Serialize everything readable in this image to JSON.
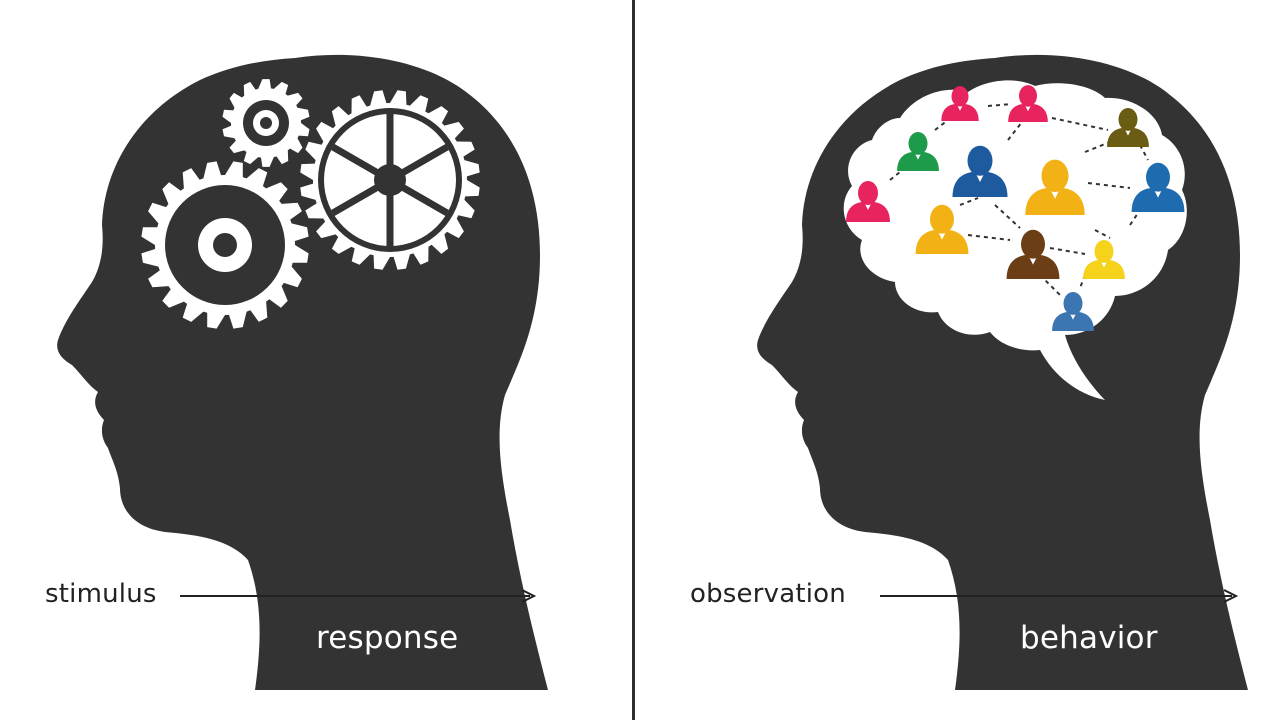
{
  "panels": [
    {
      "id": "left",
      "input_label": "stimulus",
      "output_label": "response",
      "brain_content": "gears",
      "icon": "gears-icon"
    },
    {
      "id": "right",
      "input_label": "observation",
      "output_label": "behavior",
      "brain_content": "people-network",
      "icon": "brain-people-network-icon"
    }
  ],
  "colors": {
    "head": "#333333",
    "gear": "#ffffff",
    "brain": "#ffffff",
    "text_dark": "#222222",
    "arrow": "#222222",
    "divider": "#2d2d2d"
  },
  "people_colors": [
    "#e8245f",
    "#1d9a4a",
    "#e8245f",
    "#6b5c13",
    "#1d5b9e",
    "#f2b216",
    "#1f6bb0",
    "#e8245f",
    "#f2b216",
    "#6b3e15",
    "#f5d31c",
    "#3c76b2"
  ]
}
